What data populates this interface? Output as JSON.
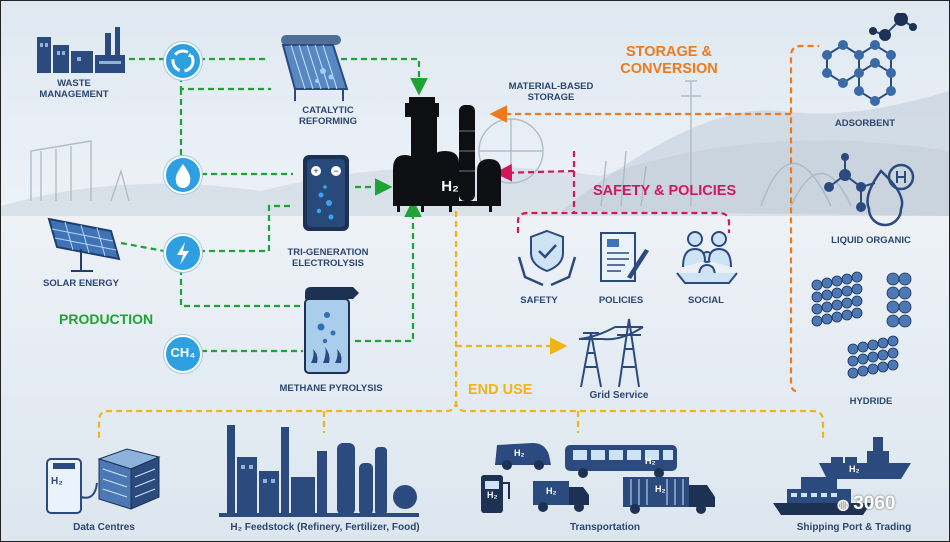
{
  "sections": {
    "production": "PRODUCTION",
    "storage": "STORAGE &\nCONVERSION",
    "safety": "SAFETY & POLICIES",
    "end_use": "END USE"
  },
  "production": {
    "waste": "WASTE\nMANAGEMENT",
    "catalytic": "CATALYTIC\nREFORMING",
    "electrolysis": "TRI-GENERATION\nELECTROLYSIS",
    "solar": "SOLAR ENERGY",
    "pyrolysis": "METHANE PYROLYSIS",
    "ch4": "CH₄"
  },
  "storage": {
    "material": "MATERIAL-BASED\nSTORAGE",
    "adsorbent": "ADSORBENT",
    "liquid": "LIQUID ORGANIC",
    "hydride": "HYDRIDE"
  },
  "safety": {
    "safety": "SAFETY",
    "policies": "POLICIES",
    "social": "SOCIAL"
  },
  "end_use": {
    "grid": "Grid Service",
    "data": "Data Centres",
    "feedstock": "H₂ Feedstock (Refinery, Fertilizer, Food)",
    "transport": "Transportation",
    "shipping": "Shipping Port & Trading"
  },
  "hub_label": "H₂",
  "h2": "H₂",
  "watermark": "3060",
  "colors": {
    "production": "#1fa336",
    "storage": "#ee7a1c",
    "safety": "#d2185a",
    "end_use": "#f1b416",
    "label": "#2c4770",
    "icon_blue": "#2e9fe0",
    "icon_navy": "#2b4b7e"
  }
}
